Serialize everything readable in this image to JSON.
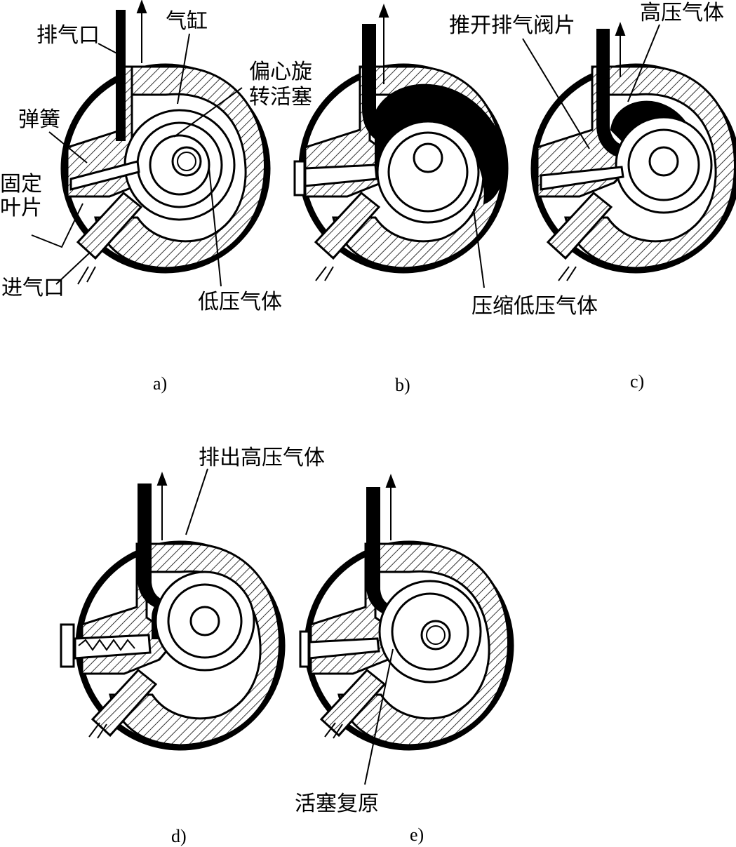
{
  "panels": {
    "a": {
      "caption": "a)",
      "labels": {
        "exhaust_port": "排气口",
        "cylinder": "气缸",
        "eccentric_piston_line1": "偏心旋",
        "eccentric_piston_line2": "转活塞",
        "spring": "弹簧",
        "fixed_vane_line1": "固定",
        "fixed_vane_line2": "叶片",
        "intake_port": "进气口",
        "low_pressure_gas": "低压气体"
      }
    },
    "b": {
      "caption": "b)",
      "labels": {
        "compress_low_pressure_gas": "压缩低压气体"
      }
    },
    "c": {
      "caption": "c)",
      "labels": {
        "push_open_exhaust_valve": "推开排气阀片",
        "high_pressure_gas": "高压气体"
      }
    },
    "d": {
      "caption": "d)",
      "labels": {
        "discharge_high_pressure_gas": "排出高压气体"
      }
    },
    "e": {
      "caption": "e)",
      "labels": {
        "piston_reset": "活塞复原"
      }
    }
  }
}
